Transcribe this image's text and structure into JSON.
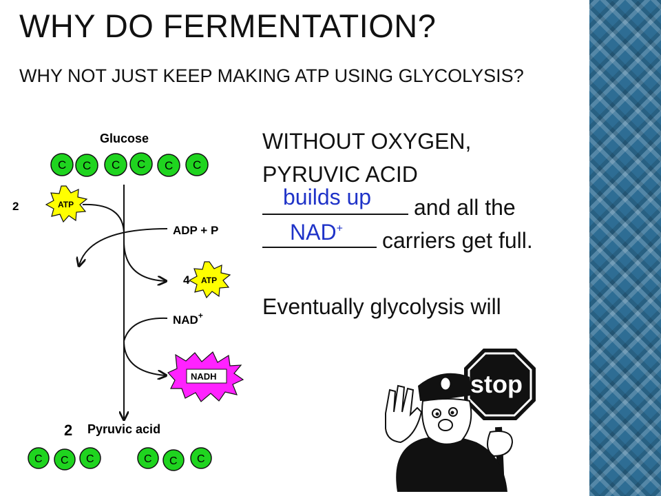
{
  "slide": {
    "title": "WHY DO FERMENTATION?",
    "subtitle": "WHY NOT JUST KEEP MAKING ATP USING GLYCOLYSIS?",
    "line1": "WITHOUT OXYGEN,",
    "line2": "PYRUVIC ACID",
    "line3_after": "and all the",
    "line4_after": "carriers get full.",
    "line5": "Eventually glycolysis will",
    "answer1": "builds up",
    "answer2_main": "NAD",
    "answer2_sup": "+"
  },
  "diagram": {
    "glucose_label": "Glucose",
    "carbon_letter": "C",
    "atp_label": "ATP",
    "atp_in_count": "2",
    "atp_out_count": "4",
    "adp_label": "ADP + P",
    "nad_label": "NAD",
    "nad_sup": "+",
    "nadh_label": "NADH",
    "pyruvate_count": "2",
    "pyruvate_label": "Pyruvic acid"
  },
  "stop_sign": {
    "text": "stop"
  },
  "colors": {
    "carbon_green": "#1fd41f",
    "atp_yellow": "#ffff00",
    "nadh_magenta": "#ff22ff",
    "answer_blue": "#1f33c8",
    "side_strip": "#2e6d94"
  }
}
